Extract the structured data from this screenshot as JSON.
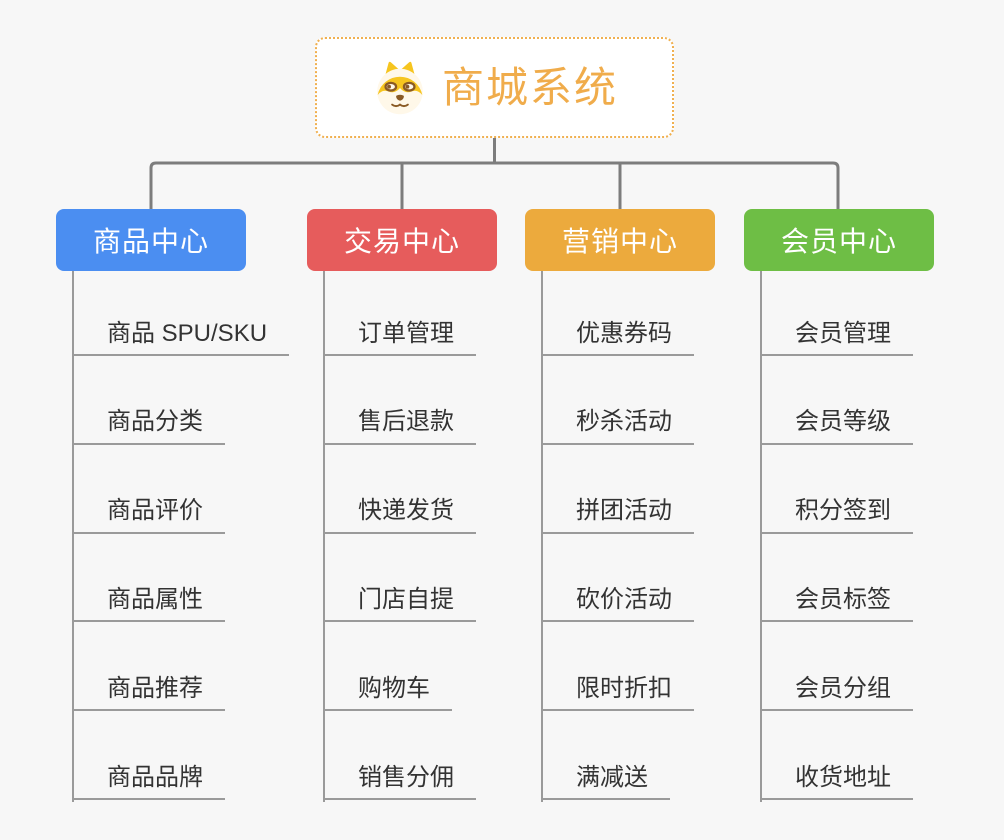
{
  "root": {
    "title": "商城系统",
    "icon": "shiba-dog-icon"
  },
  "branches": [
    {
      "label": "商品中心",
      "color": "#4B8EF1",
      "children": [
        "商品 SPU/SKU",
        "商品分类",
        "商品评价",
        "商品属性",
        "商品推荐",
        "商品品牌"
      ]
    },
    {
      "label": "交易中心",
      "color": "#E65C5C",
      "children": [
        "订单管理",
        "售后退款",
        "快递发货",
        "门店自提",
        "购物车",
        "销售分佣"
      ]
    },
    {
      "label": "营销中心",
      "color": "#ECAA3D",
      "children": [
        "优惠券码",
        "秒杀活动",
        "拼团活动",
        "砍价活动",
        "限时折扣",
        "满减送"
      ]
    },
    {
      "label": "会员中心",
      "color": "#6EBE45",
      "children": [
        "会员管理",
        "会员等级",
        "积分签到",
        "会员标签",
        "会员分组",
        "收货地址"
      ]
    }
  ],
  "colors": {
    "background": "#f7f7f7",
    "root_title": "#F0AC4B",
    "root_border": "#F0B050",
    "connector": "#7d7d7d",
    "leaf_line": "#9a9a9a",
    "leaf_text": "#333333"
  }
}
